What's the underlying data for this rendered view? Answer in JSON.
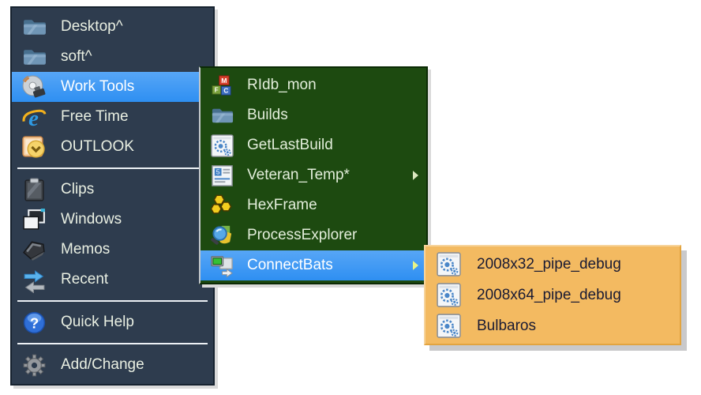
{
  "app": {
    "description": "Cascading launcher context menu with two open submenus"
  },
  "colors": {
    "main_menu_bg": "#2e3c4e",
    "main_menu_text": "#e9efe2",
    "highlight_blue": "#3496f4",
    "work_tools_submenu_bg": "#1d4a10",
    "work_tools_submenu_text": "#e3eedb",
    "connectbats_submenu_bg": "#f3ba61",
    "connectbats_submenu_text": "#191a33"
  },
  "menus": {
    "main": {
      "items": [
        {
          "label": "Desktop^",
          "icon": "folder-icon",
          "submenu": false,
          "selected": false
        },
        {
          "label": "soft^",
          "icon": "folder-icon",
          "submenu": false,
          "selected": false
        },
        {
          "label": "Work Tools",
          "icon": "cd-tools-icon",
          "submenu": true,
          "selected": true
        },
        {
          "label": "Free Time",
          "icon": "internet-explorer-icon",
          "submenu": true,
          "selected": false
        },
        {
          "label": "OUTLOOK",
          "icon": "outlook-icon",
          "submenu": false,
          "selected": false
        },
        {
          "label": "Clips",
          "icon": "clipboard-icon",
          "submenu": true,
          "selected": false
        },
        {
          "label": "Windows",
          "icon": "windows-icon",
          "submenu": true,
          "selected": false
        },
        {
          "label": "Memos",
          "icon": "memos-icon",
          "submenu": true,
          "selected": false
        },
        {
          "label": "Recent",
          "icon": "recent-arrows-icon",
          "submenu": true,
          "selected": false
        },
        {
          "label": "Quick Help",
          "icon": "question-help-icon",
          "submenu": false,
          "selected": false
        },
        {
          "label": "Add/Change",
          "icon": "gear-icon",
          "submenu": false,
          "selected": false
        }
      ]
    },
    "work_tools": {
      "items": [
        {
          "label": "RIdb_mon",
          "icon": "mfc-blocks-icon",
          "submenu": false,
          "selected": false
        },
        {
          "label": "Builds",
          "icon": "folder-icon",
          "submenu": false,
          "selected": false
        },
        {
          "label": "GetLastBuild",
          "icon": "build-gears-icon",
          "submenu": false,
          "selected": false
        },
        {
          "label": "Veteran_Temp*",
          "icon": "document-list-icon",
          "submenu": true,
          "selected": false
        },
        {
          "label": "HexFrame",
          "icon": "hexagons-icon",
          "submenu": false,
          "selected": false
        },
        {
          "label": "ProcessExplorer",
          "icon": "magnifier-icon",
          "submenu": false,
          "selected": false
        },
        {
          "label": "ConnectBats",
          "icon": "connect-windows-icon",
          "submenu": true,
          "selected": true
        }
      ]
    },
    "connect_bats": {
      "items": [
        {
          "label": "2008x32_pipe_debug",
          "icon": "build-gears-icon",
          "submenu": false,
          "selected": false
        },
        {
          "label": "2008x64_pipe_debug",
          "icon": "build-gears-icon",
          "submenu": false,
          "selected": false
        },
        {
          "label": "Bulbaros",
          "icon": "build-gears-icon",
          "submenu": false,
          "selected": false
        }
      ]
    }
  }
}
